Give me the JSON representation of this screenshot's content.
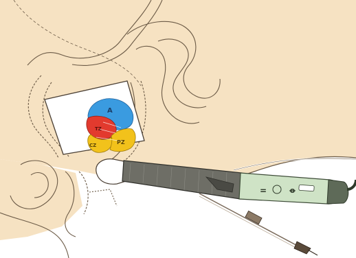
{
  "figure": {
    "zones": [
      {
        "label": "A",
        "color": "#3a9be0"
      },
      {
        "label": "TZ",
        "color": "#e23a2e"
      },
      {
        "label": "CZ",
        "color": "#f2c21b"
      },
      {
        "label": "PZ",
        "color": "#f2c21b"
      }
    ],
    "colors": {
      "skin": "#f6e2c2",
      "outline": "#6b5a46",
      "probe_shaft": "#6e6e66",
      "probe_handle": "#cfe3c6",
      "needle": "#7a6a5a"
    },
    "probe_handle_marks": [
      "=",
      "ꝋ"
    ]
  }
}
